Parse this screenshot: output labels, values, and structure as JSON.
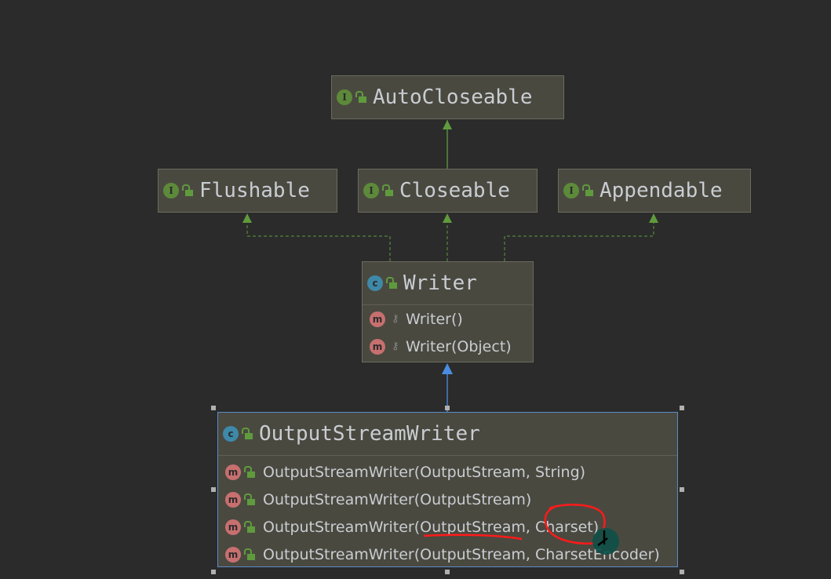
{
  "interfaces": [
    {
      "name": "AutoCloseable",
      "icon": "I"
    },
    {
      "name": "Flushable",
      "icon": "I"
    },
    {
      "name": "Closeable",
      "icon": "I"
    },
    {
      "name": "Appendable",
      "icon": "I"
    }
  ],
  "writer": {
    "name": "Writer",
    "icon": "c",
    "methods": [
      "Writer()",
      "Writer(Object)"
    ]
  },
  "osw": {
    "name": "OutputStreamWriter",
    "icon": "c",
    "methods": [
      "OutputStreamWriter(OutputStream, String)",
      "OutputStreamWriter(OutputStream)",
      "OutputStreamWriter(OutputStream, Charset)",
      "OutputStreamWriter(OutputStream, CharsetEncoder)"
    ],
    "method_icon": "m"
  },
  "colors": {
    "background": "#2b2b2b",
    "node": "#4a4940",
    "selection": "#5b8bc9",
    "realization": "#5f9b3d",
    "inheritance": "#4a8de0",
    "annotation": "#ff1a1a"
  }
}
